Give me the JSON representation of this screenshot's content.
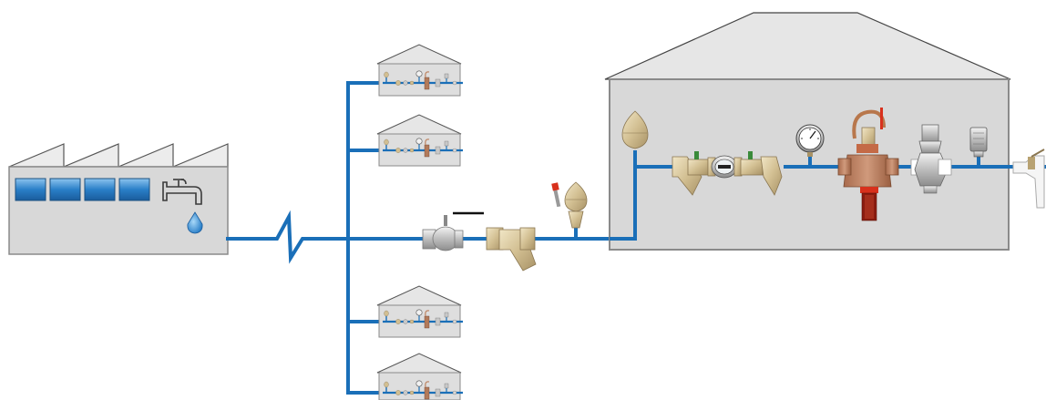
{
  "diagram": {
    "pipe_color": "#1a6fb8",
    "building_fill": "#d8d8d8",
    "building_stroke": "#8a8a8a",
    "house_fill": "#dedede",
    "roof_fill": "#e6e6e6",
    "window_color": "#2a7fc8",
    "brass_color": "#d2bf92",
    "red_accent": "#d8301c",
    "chrome_color": "#c4c4c4",
    "nodes": [
      {
        "id": "factory",
        "kind": "water-supply-plant"
      },
      {
        "id": "house-1",
        "kind": "small-building"
      },
      {
        "id": "house-2",
        "kind": "small-building"
      },
      {
        "id": "house-3",
        "kind": "small-building"
      },
      {
        "id": "house-4",
        "kind": "small-building"
      },
      {
        "id": "main-building",
        "kind": "large-building"
      }
    ],
    "components": [
      "ball-valve",
      "y-strainer",
      "water-hammer-arrestor",
      "air-vessel",
      "check-valve",
      "water-meter",
      "check-valve",
      "pressure-gauge",
      "pressure-reducing-valve",
      "pressure-reducer",
      "air-vent",
      "outlet-tap"
    ]
  }
}
